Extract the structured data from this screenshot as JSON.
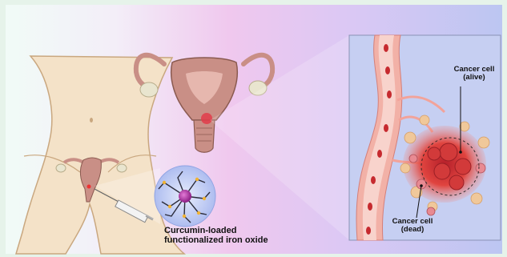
{
  "labels": {
    "nanoparticle_line1": "Curcumin-loaded",
    "nanoparticle_line2": "functionalized  iron oxide",
    "cancer_alive_line1": "Cancer cell",
    "cancer_alive_line2": "(alive)",
    "cancer_dead_line1": "Cancer cell",
    "cancer_dead_line2": "(dead)"
  },
  "colors": {
    "background": "#e6f3ea",
    "skin": "#f4e2c8",
    "skin_outline": "#c9a77f",
    "uterus": "#c98f86",
    "uterus_dark": "#8a5a50",
    "ovary": "#e9e5cf",
    "vessel": "#f2b1a7",
    "blood_cell": "#c62a2f",
    "tumor": "#d83c3c",
    "nanoparticle_core": "#b23aa6",
    "zoom_panel": "#c6cff2"
  }
}
